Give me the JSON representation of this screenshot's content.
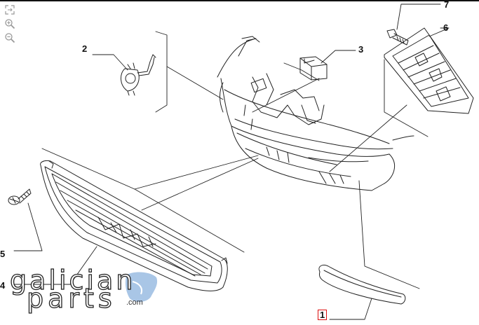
{
  "toolbar": {
    "icons": [
      "fit-to-screen-icon",
      "zoom-in-icon",
      "zoom-out-icon"
    ]
  },
  "diagram": {
    "callouts": [
      "1",
      "2",
      "3",
      "4",
      "5",
      "6",
      "7"
    ]
  },
  "logo": {
    "line1": "galician",
    "line2": "parts",
    "suffix": ".com"
  },
  "colors": {
    "line": "#222222",
    "highlight_box": "#dd1111",
    "logo_accent": "#a9c6e6"
  }
}
